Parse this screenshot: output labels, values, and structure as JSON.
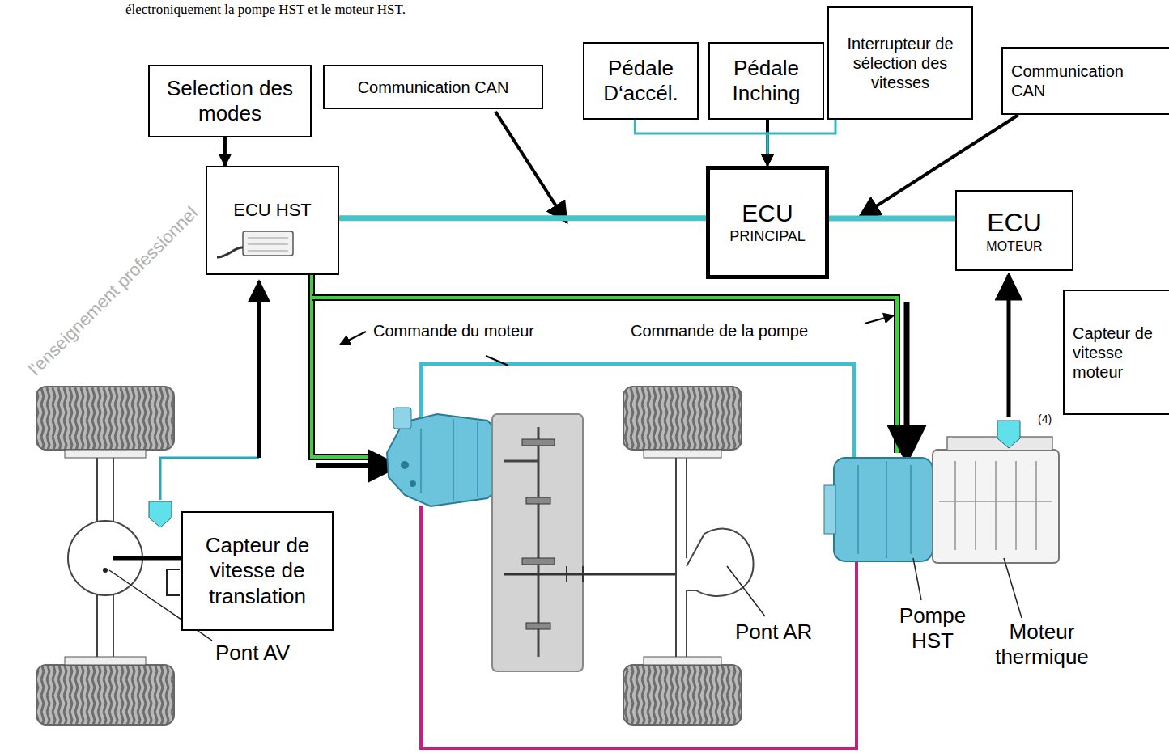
{
  "diagram": {
    "nodes": [
      {
        "text": [
          "Selection des modes"
        ]
      },
      {
        "text": [
          "Communication CAN"
        ]
      },
      {
        "text": [
          "Pédale D‘accél."
        ]
      },
      {
        "text": [
          "Pédale Inching"
        ]
      },
      {
        "text": [
          "Interrupteur de sélection des vitesses"
        ]
      },
      {
        "text": [
          "Communication CAN"
        ]
      },
      {
        "text": [
          "ECU HST"
        ]
      },
      {
        "text": [
          "ECU",
          "PRINCIPAL"
        ]
      },
      {
        "text": [
          "ECU",
          "MOTEUR"
        ]
      },
      {
        "text": [
          "Capteur de vitesse moteur"
        ]
      },
      {
        "text": [
          "Capteur de vitesse de translation"
        ]
      }
    ],
    "edges": [
      {
        "from": 0,
        "to": 6,
        "arrow": "to"
      },
      {
        "from": 6,
        "to": 7,
        "arrow": "none"
      },
      {
        "from": 7,
        "to": 8,
        "arrow": "none"
      },
      {
        "from": 3,
        "to": 7,
        "arrow": "to"
      },
      {
        "from": 2,
        "to": 7,
        "arrow": "to"
      },
      {
        "from": 4,
        "to": 7,
        "arrow": "to"
      }
    ],
    "labels": [
      "électroniquement la pompe HST et le moteur HST.",
      "Commande du moteur",
      "Commande de la pompe",
      "Pont AV",
      "Pont AR",
      "Pompe HST",
      "Moteur thermique",
      "(4)",
      "l'enseignement professionnel"
    ]
  }
}
